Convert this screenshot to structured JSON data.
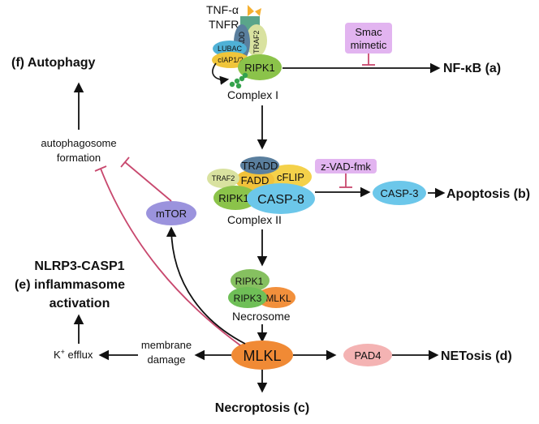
{
  "colors": {
    "arrow": "#111111",
    "inhibitor": "#c8486e",
    "tnfr": "#5aa58a",
    "tradd": "#5a7f9e",
    "traf2": "#d9e2a0",
    "lubac": "#4fb1d6",
    "ciap": "#f0c53a",
    "ripk1": "#8bc34a",
    "ubiquitin": "#35a34d",
    "fadd": "#f2c23a",
    "cflip": "#f4d14a",
    "casp8": "#6cc7ea",
    "casp3": "#6cc7ea",
    "mtor": "#9b93dd",
    "smac_box": "#e2b4f0",
    "zvad_box": "#e2b4f0",
    "ripk3": "#86c060",
    "mlkl_small": "#f2903c",
    "mlkl_main": "#f08a35",
    "pad4": "#f4b3b3",
    "tnf_ligand": "#f5b030"
  },
  "icons": {
    "ligand": "triangle-ligand-icon",
    "ubiquitin": "ubiquitin-chain-icon",
    "loop": "curved-arrow-icon"
  },
  "top": {
    "tnf": "TNF-α",
    "tnfr": "TNFR",
    "lubac": "LUBAC",
    "tradd": "TRADD",
    "traf2": "TRAF2",
    "ciap": "cIAP1/2",
    "ripk1": "RIPK1",
    "complex": "Complex I"
  },
  "smac": {
    "line1": "Smac",
    "line2": "mimetic"
  },
  "nfkb": "NF-κB (a)",
  "autophagy": "(f) Autophagy",
  "autophagosome": {
    "line1": "autophagosome",
    "line2": "formation"
  },
  "complex2": {
    "tradd": "TRADD",
    "traf2": "TRAF2",
    "fadd": "FADD",
    "cflip": "cFLIP",
    "ripk1": "RIPK1",
    "casp8": "CASP-8",
    "label": "Complex II"
  },
  "zvad": "z-VAD-fmk",
  "casp3": "CASP-3",
  "apoptosis": "Apoptosis (b)",
  "mtor": "mTOR",
  "necrosome": {
    "ripk1": "RIPK1",
    "ripk3": "RIPK3",
    "mlkl": "MLKL",
    "label": "Necrosome"
  },
  "inflammasome": {
    "line1": "NLRP3-CASP1",
    "line2": "(e) inflammasome",
    "line3": "activation"
  },
  "k_efflux": {
    "main": "K",
    "sup": "+",
    "rest": " efflux"
  },
  "membrane": {
    "line1": "membrane",
    "line2": "damage"
  },
  "mlkl_main": "MLKL",
  "pad4": "PAD4",
  "netosis": "NETosis (d)",
  "necroptosis": "Necroptosis (c)"
}
